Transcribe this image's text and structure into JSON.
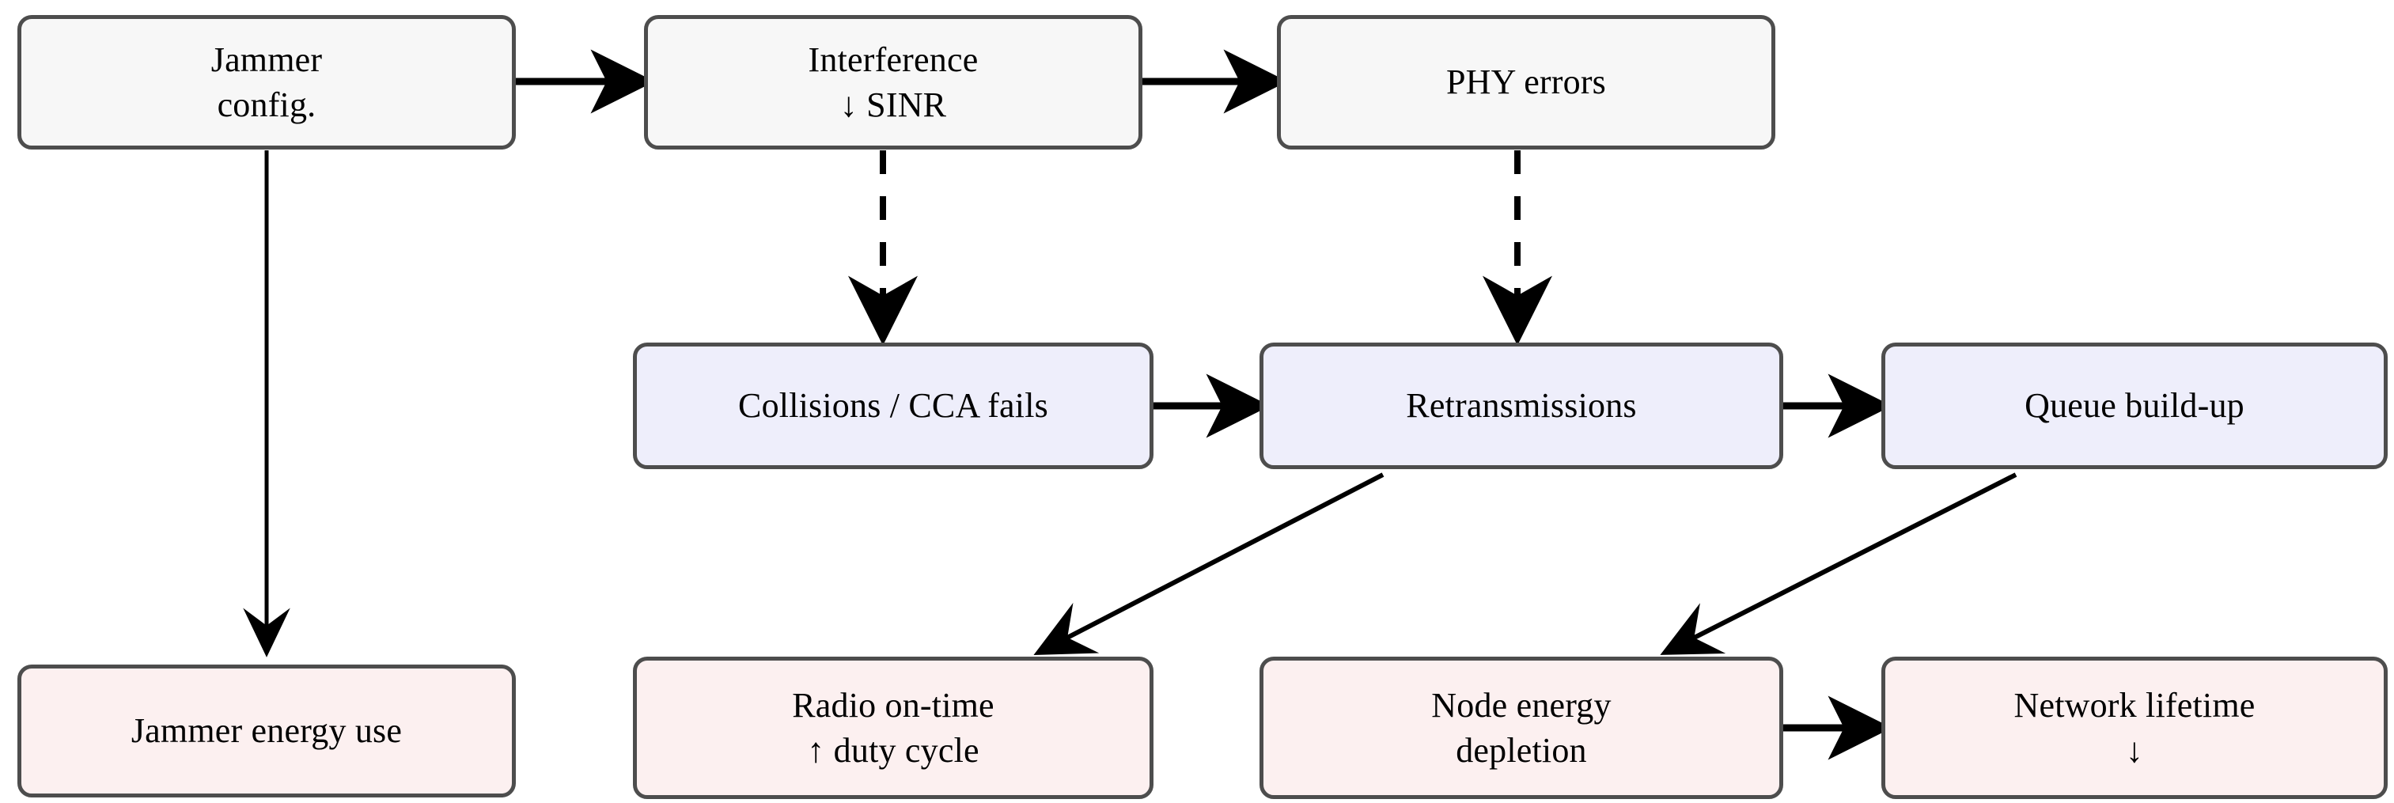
{
  "diagram": {
    "type": "flowchart",
    "title": "",
    "colors": {
      "gray_fill": "#f7f7f7",
      "blue_fill": "#eeeefb",
      "pink_fill": "#fcf0f0",
      "border": "#4d4d4d",
      "edge": "#000000",
      "background": "#ffffff"
    },
    "nodes": [
      {
        "id": "jammer-config",
        "label": "Jammer\nconfig.",
        "group": "gray",
        "row": 1,
        "col": 1
      },
      {
        "id": "interference",
        "label": "Interference\n↓ SINR",
        "group": "gray",
        "row": 1,
        "col": 2
      },
      {
        "id": "phy-errors",
        "label": "PHY errors",
        "group": "gray",
        "row": 1,
        "col": 3
      },
      {
        "id": "collisions",
        "label": "Collisions / CCA fails",
        "group": "blue",
        "row": 2,
        "col": 2
      },
      {
        "id": "retransmissions",
        "label": "Retransmissions",
        "group": "blue",
        "row": 2,
        "col": 3
      },
      {
        "id": "queue-build-up",
        "label": "Queue build-up",
        "group": "blue",
        "row": 2,
        "col": 4
      },
      {
        "id": "jammer-energy",
        "label": "Jammer energy use",
        "group": "pink",
        "row": 3,
        "col": 1
      },
      {
        "id": "radio-on-time",
        "label": "Radio on-time\n↑ duty cycle",
        "group": "pink",
        "row": 3,
        "col": 2
      },
      {
        "id": "node-energy",
        "label": "Node energy\ndepletion",
        "group": "pink",
        "row": 3,
        "col": 3
      },
      {
        "id": "network-lifetime",
        "label": "Network lifetime\n↓",
        "group": "pink",
        "row": 3,
        "col": 4
      }
    ],
    "edges": [
      {
        "id": "e1",
        "from": "jammer-config",
        "to": "interference",
        "style": "solid",
        "arrow": "filled"
      },
      {
        "id": "e2",
        "from": "interference",
        "to": "phy-errors",
        "style": "solid",
        "arrow": "filled"
      },
      {
        "id": "e3",
        "from": "jammer-config",
        "to": "jammer-energy",
        "style": "solid",
        "arrow": "open"
      },
      {
        "id": "e4",
        "from": "interference",
        "to": "collisions",
        "style": "dashed",
        "arrow": "open"
      },
      {
        "id": "e5",
        "from": "phy-errors",
        "to": "retransmissions",
        "style": "dashed",
        "arrow": "open"
      },
      {
        "id": "e6",
        "from": "collisions",
        "to": "retransmissions",
        "style": "solid",
        "arrow": "filled"
      },
      {
        "id": "e7",
        "from": "retransmissions",
        "to": "queue-build-up",
        "style": "solid",
        "arrow": "filled"
      },
      {
        "id": "e8",
        "from": "retransmissions",
        "to": "radio-on-time",
        "style": "solid",
        "arrow": "filled"
      },
      {
        "id": "e9",
        "from": "queue-build-up",
        "to": "node-energy",
        "style": "solid",
        "arrow": "filled"
      },
      {
        "id": "e10",
        "from": "node-energy",
        "to": "network-lifetime",
        "style": "solid",
        "arrow": "filled"
      }
    ]
  }
}
